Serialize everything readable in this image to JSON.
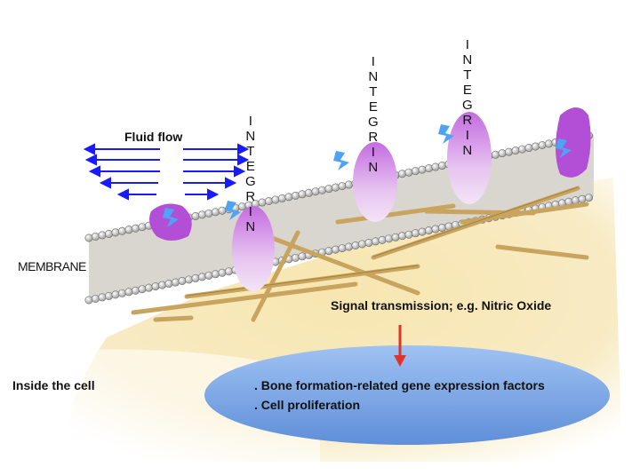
{
  "labels": {
    "fluid_flow": "Fluid flow",
    "membrane": "MEMBRANE",
    "signal": "Signal transmission; e.g. Nitric Oxide",
    "inside_cell": "Inside the cell",
    "effects": [
      ". Bone formation-related gene expression factors",
      ". Cell proliferation"
    ]
  },
  "integrin_label": "INTEGRIN",
  "colors": {
    "cytoplasm": "#f7e9b7",
    "lipid_head": "#c9c9c9",
    "flow_arrow": "#1a1aff",
    "integrin": "#b34fd6",
    "signal_arrow": "#e0332a",
    "nucleus": "#7ea6e6",
    "filament": "#c8a05a"
  }
}
